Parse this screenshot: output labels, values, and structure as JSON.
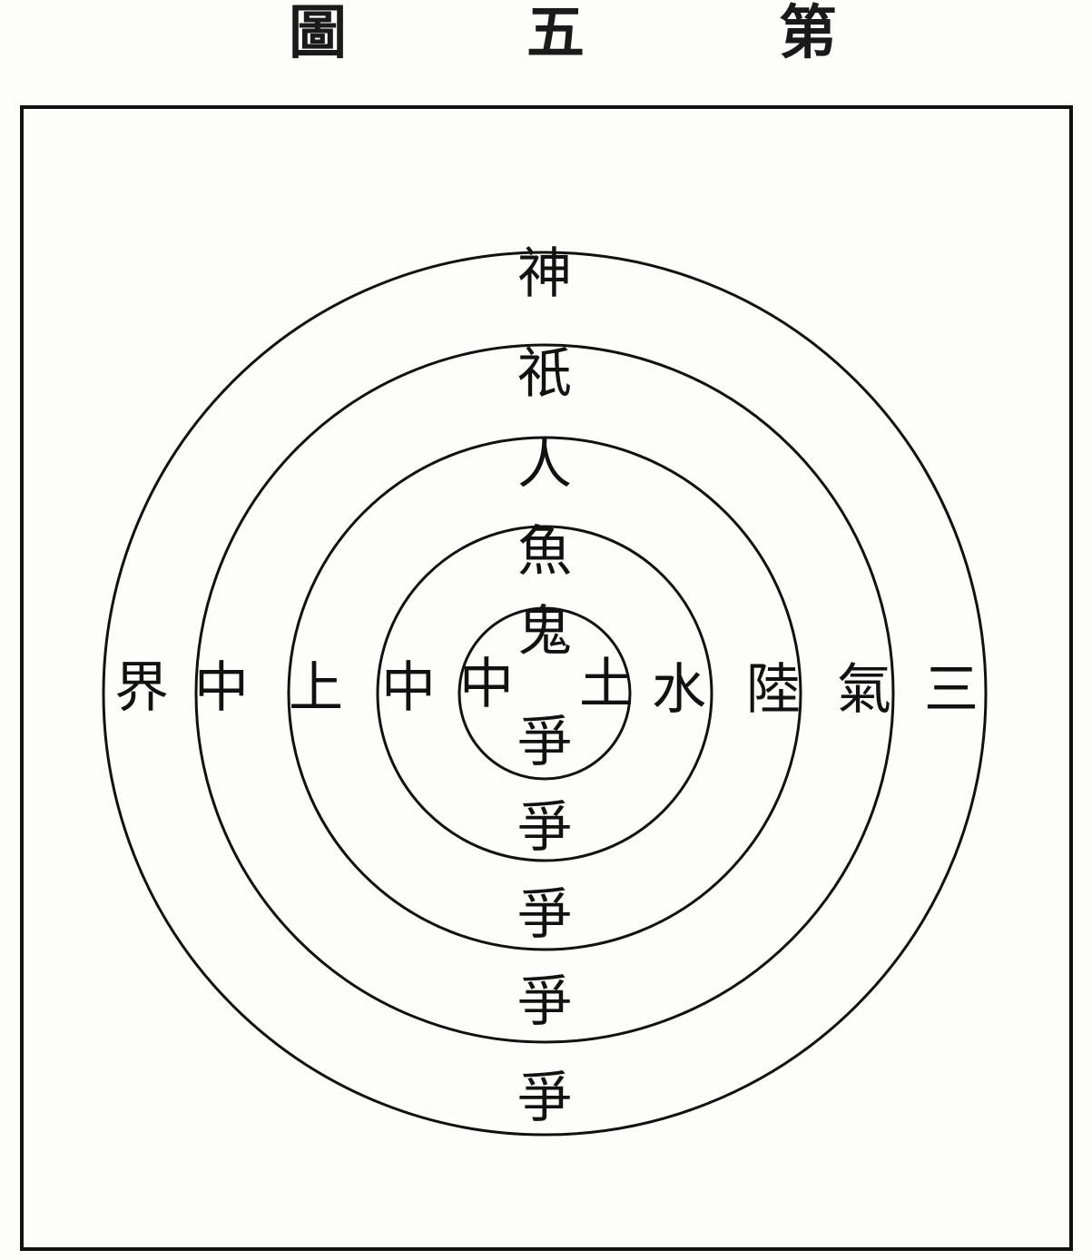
{
  "title": {
    "chars": [
      "第",
      "五",
      "圖"
    ]
  },
  "diagram": {
    "ring_count": 5,
    "vertical_labels": [
      "神",
      "祇",
      "人",
      "魚",
      "鬼",
      "爭",
      "爭",
      "爭",
      "爭",
      "爭"
    ],
    "left_labels": [
      "界",
      "中",
      "上",
      "中",
      "中"
    ],
    "right_labels": [
      "土",
      "水",
      "陸",
      "氣",
      "三"
    ]
  },
  "colors": {
    "ink": "#111111",
    "paper": "#fdfdfb"
  }
}
